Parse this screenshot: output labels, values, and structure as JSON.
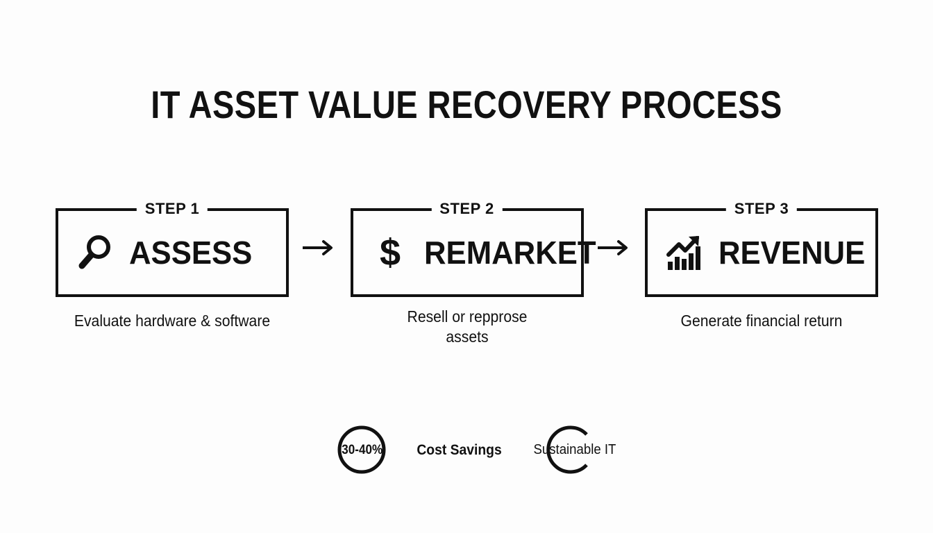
{
  "title": "IT ASSET VALUE RECOVERY PROCESS",
  "colors": {
    "background": "#fdfdfd",
    "ink": "#111111"
  },
  "steps": [
    {
      "label": "STEP 1",
      "icon": "magnifying-glass-icon",
      "title": "ASSESS",
      "caption": "Evaluate hardware & software"
    },
    {
      "label": "STEP 2",
      "icon": "dollar-sign-icon",
      "title": "REMARKET",
      "caption": "Resell or repprose assets"
    },
    {
      "label": "STEP 3",
      "icon": "growth-chart-icon",
      "title": "REVENUE",
      "caption": "Generate financial return"
    }
  ],
  "connectors": [
    {
      "icon": "arrow-right-icon"
    },
    {
      "icon": "arrow-right-icon"
    }
  ],
  "stats": {
    "savings_value": "30-40%",
    "savings_label": "Cost Savings",
    "sustainability_label": "Sustainable IT"
  }
}
